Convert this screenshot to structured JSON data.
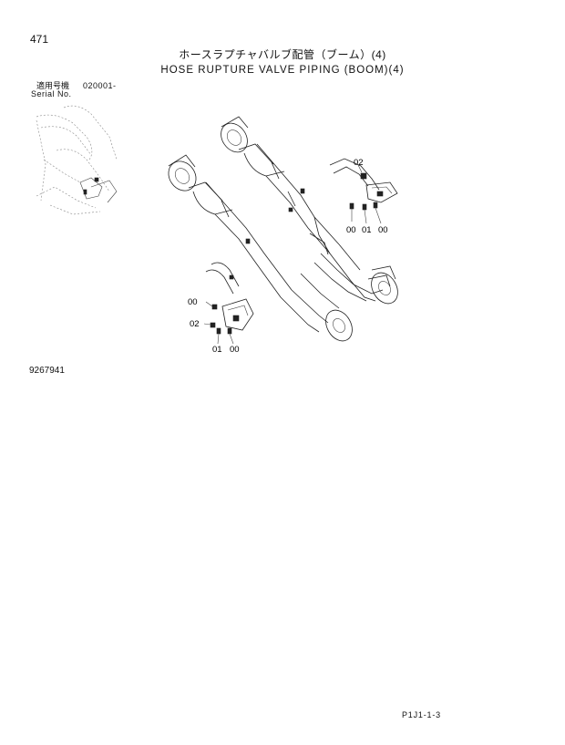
{
  "header": {
    "page_number": "471",
    "title_jp": "ホースラプチャバルブ配管（ブーム）(4)",
    "title_en": "HOSE RUPTURE VALVE PIPING (BOOM)(4)"
  },
  "serial": {
    "label_jp": "適用号機",
    "range": "020001-",
    "label_en": "Serial No."
  },
  "callouts": {
    "upper_02": "02",
    "upper_00_a": "00",
    "upper_01": "01",
    "upper_00_b": "00",
    "lower_00": "00",
    "lower_02": "02",
    "lower_01": "01",
    "lower_00_b": "00"
  },
  "footer": {
    "drawing_number": "9267941",
    "sheet_code": "P1J1-1-3"
  }
}
